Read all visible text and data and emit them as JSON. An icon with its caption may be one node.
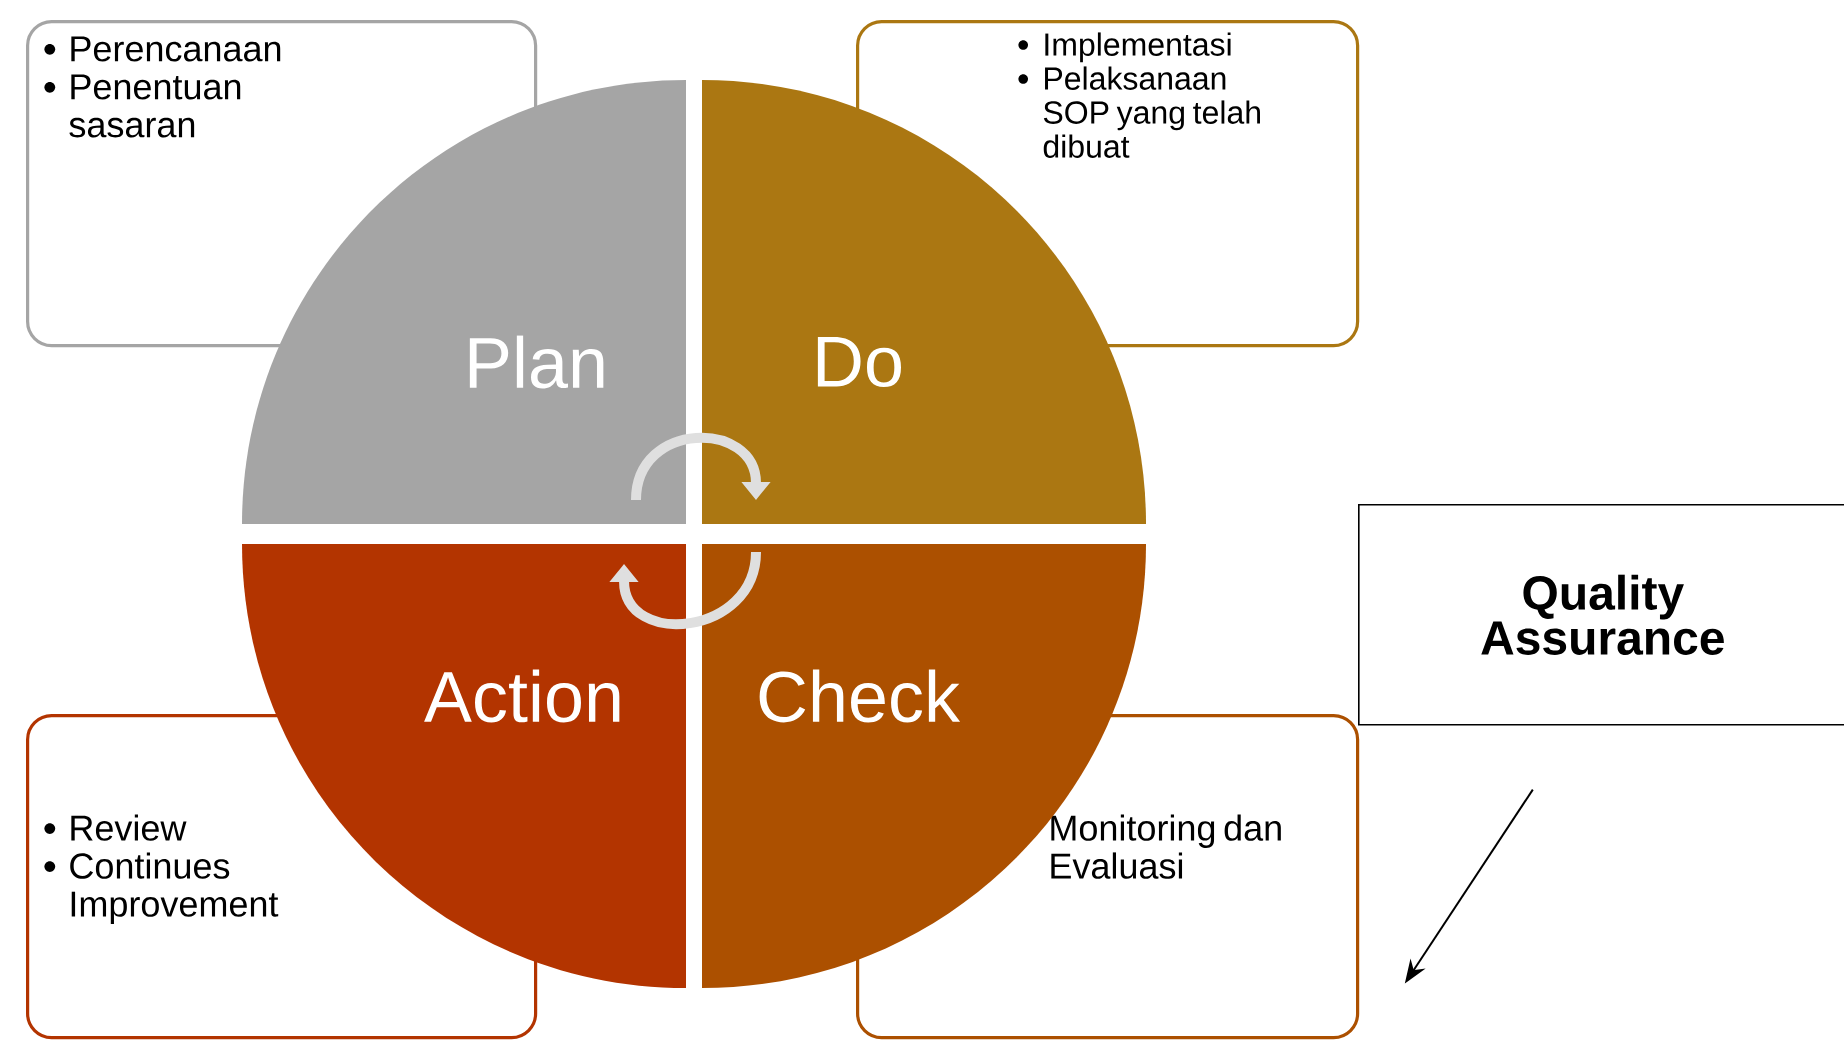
{
  "diagram": {
    "nodes": [
      {
        "text": [
          "Perencanaan",
          "Penentuan sasaran"
        ]
      },
      {
        "text": [
          "Implementasi",
          "Pelaksanaan SOP yang telah dibuat"
        ]
      },
      {
        "text": [
          "Plan"
        ]
      },
      {
        "text": [
          "Do"
        ]
      },
      {
        "text": [
          "Action"
        ]
      },
      {
        "text": [
          "Check"
        ]
      },
      {
        "text": [
          "Quality Assurance"
        ]
      },
      {
        "text": [
          "Review",
          "Continues Improvement"
        ]
      },
      {
        "text": [
          "Monitoring dan Evaluasi"
        ]
      }
    ],
    "edges": [
      {
        "from": 6,
        "to": null,
        "arrow": "to",
        "color": "#000000"
      },
      {
        "from": 2,
        "to": 3,
        "arrow": "to"
      },
      {
        "from": 5,
        "to": 4,
        "arrow": "to"
      }
    ]
  }
}
